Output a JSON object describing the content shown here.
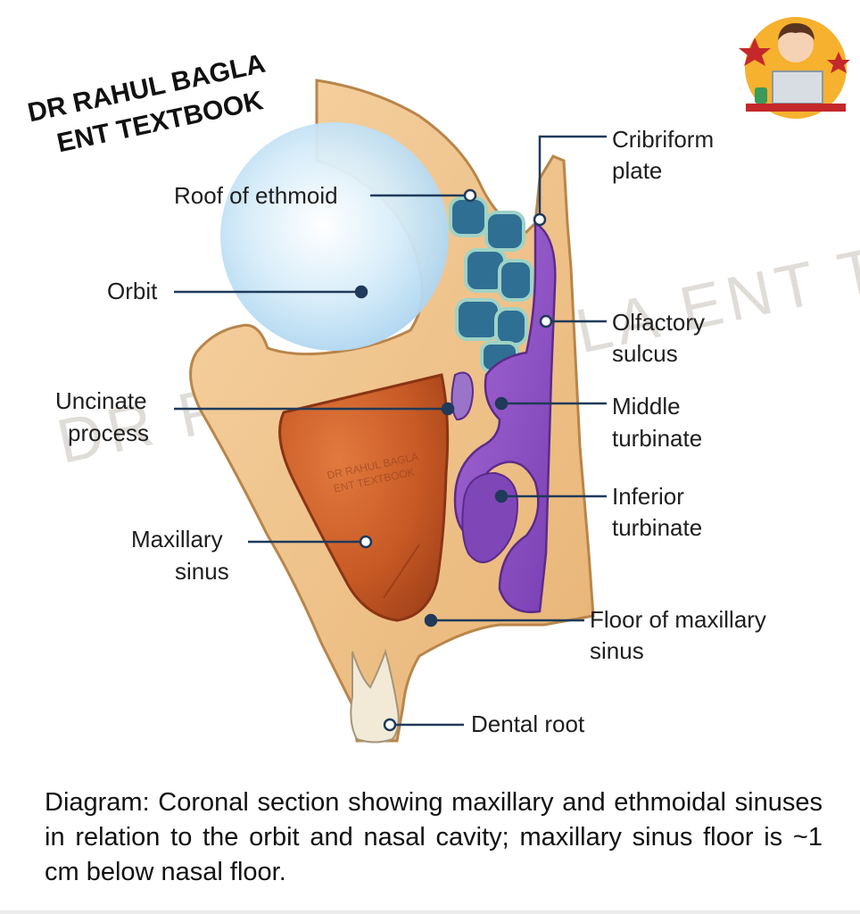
{
  "brand": {
    "line1": "DR RAHUL BAGLA",
    "line2": "ENT TEXTBOOK"
  },
  "watermark": {
    "large": "DR RAHUL BAGLA ENT TEXTBOOK",
    "small_line1": "DR RAHUL BAGLA",
    "small_line2": "ENT TEXTBOOK"
  },
  "labels": {
    "cribriform_line1": "Cribriform",
    "cribriform_line2": "plate",
    "roof_of_ethmoid": "Roof of ethmoid",
    "orbit": "Orbit",
    "olfactory_line1": "Olfactory",
    "olfactory_line2": "sulcus",
    "uncinate_line1": "Uncinate",
    "uncinate_line2": "process",
    "middle_line1": "Middle",
    "middle_line2": "turbinate",
    "inferior_line1": "Inferior",
    "inferior_line2": "turbinate",
    "maxillary_line1": "Maxillary",
    "maxillary_line2": "sinus",
    "floor_line1": "Floor of maxillary",
    "floor_line2": "sinus",
    "dental_root": "Dental root"
  },
  "caption": "Diagram: Coronal section showing maxillary and ethmoidal sinuses in relation to the orbit and nasal cavity; maxillary sinus floor is ~1 cm below nasal floor.",
  "colors": {
    "bone": "#f0c58e",
    "bone_edge": "#b9854a",
    "sinus": "#c65a24",
    "turbinate": "#8a4fc0",
    "ethmoid_cells": "#2f6f93",
    "orbit": "#bfe1f5",
    "leader": "#1f3a5a"
  }
}
